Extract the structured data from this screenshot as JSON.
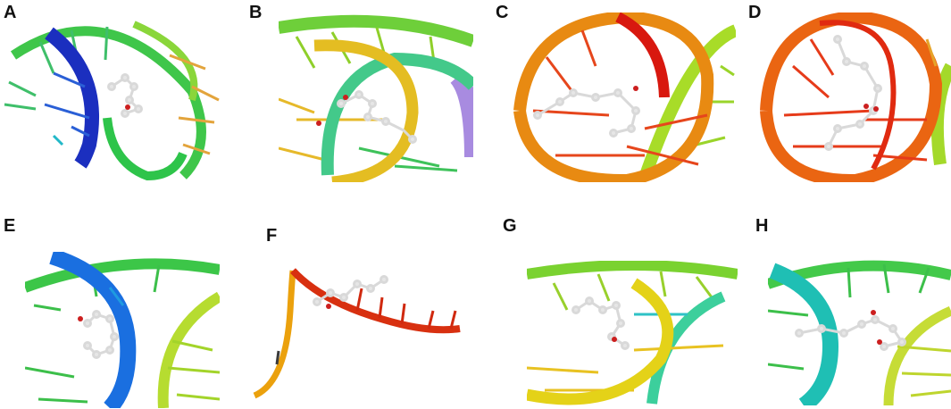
{
  "figure": {
    "panels": [
      {
        "label": "A",
        "palette": "blue-green-orange"
      },
      {
        "label": "B",
        "palette": "green-yellow-purple"
      },
      {
        "label": "C",
        "palette": "orange-red-yellowgreen"
      },
      {
        "label": "D",
        "palette": "orange-red"
      },
      {
        "label": "E",
        "palette": "blue-green-yellow"
      },
      {
        "label": "F",
        "palette": "orange-red"
      },
      {
        "label": "G",
        "palette": "yellow-green-cyan"
      },
      {
        "label": "H",
        "palette": "cyan-green-yellow"
      }
    ],
    "ligand_color": "#d9d9d9",
    "oxygen_color": "#cc1f1f"
  }
}
